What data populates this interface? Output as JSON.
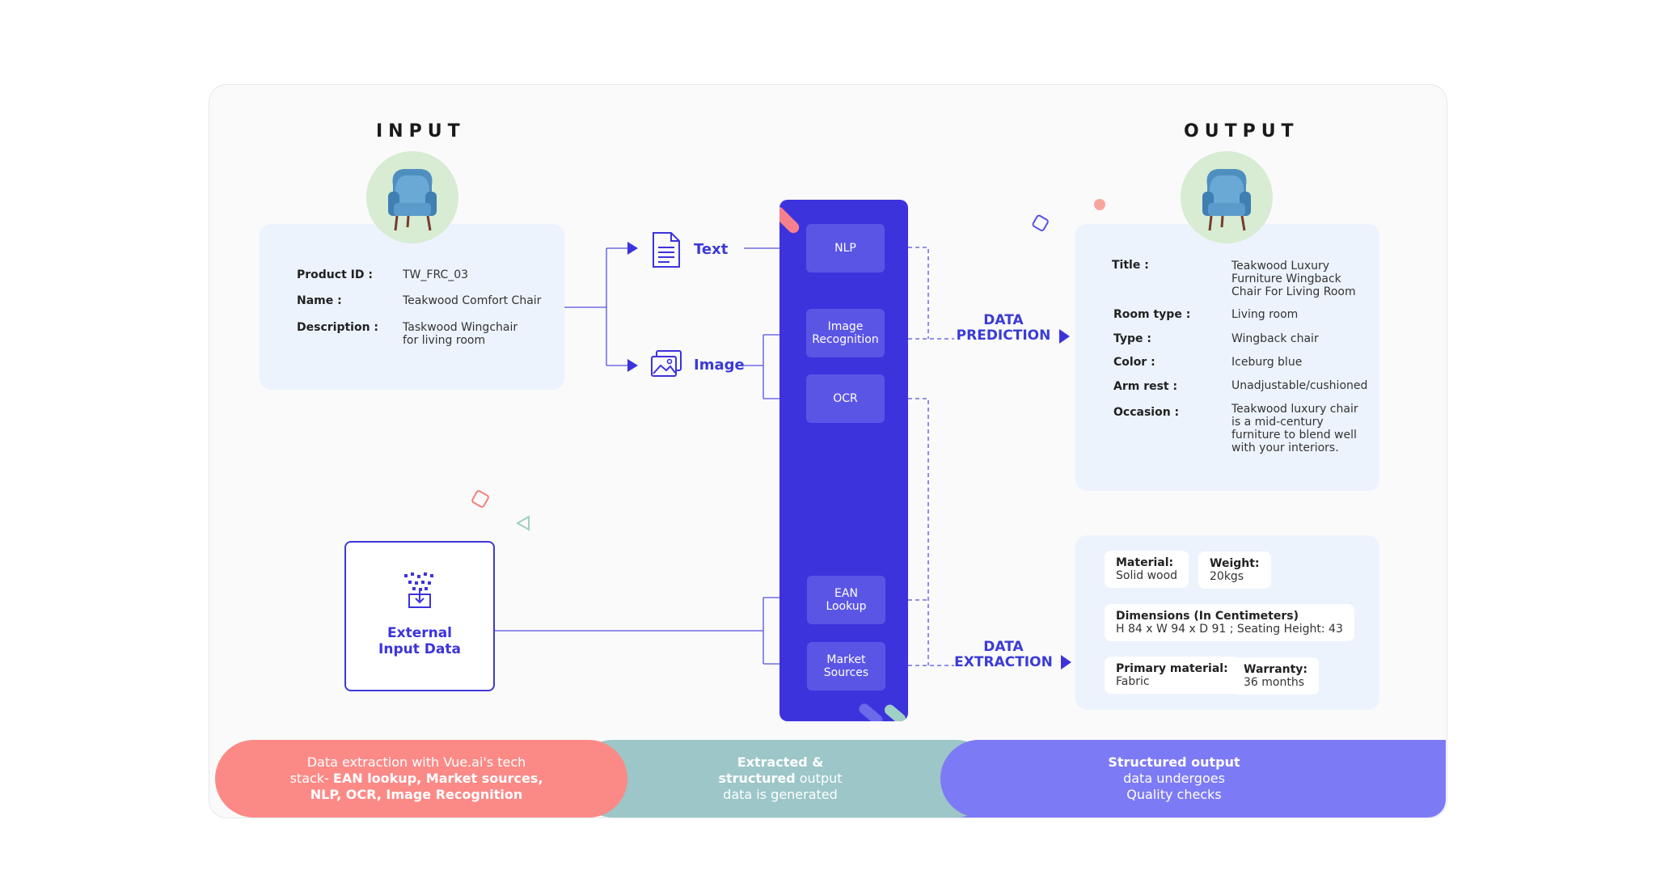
{
  "input": {
    "heading": "INPUT",
    "fields": [
      {
        "label": "Product ID :",
        "value": "TW_FRC_03"
      },
      {
        "label": "Name :",
        "value": "Teakwood Comfort Chair"
      },
      {
        "label": "Description :",
        "value": "Taskwood Wingchair\nfor living room"
      }
    ]
  },
  "branches": {
    "text_label": "Text",
    "image_label": "Image"
  },
  "processors": {
    "nlp": "NLP",
    "image_recognition": "Image\nRecognition",
    "ocr": "OCR",
    "ean_lookup": "EAN\nLookup",
    "market_sources": "Market\nSources"
  },
  "external": {
    "label": "External\nInput Data"
  },
  "stages": {
    "prediction": "DATA\nPREDICTION",
    "extraction": "DATA\nEXTRACTION"
  },
  "output": {
    "heading": "OUTPUT",
    "fields": [
      {
        "label": "Title :",
        "value": "Teakwood Luxury\nFurniture Wingback\nChair For Living Room"
      },
      {
        "label": "Room type :",
        "value": "Living room"
      },
      {
        "label": "Type :",
        "value": "Wingback chair"
      },
      {
        "label": "Color :",
        "value": "Iceburg blue"
      },
      {
        "label": "Arm rest :",
        "value": "Unadjustable/cushioned"
      },
      {
        "label": "Occasion :",
        "value": "Teakwood luxury chair\nis a mid-century\nfurniture to blend well\nwith your interiors."
      }
    ]
  },
  "extraction": {
    "material": {
      "label": "Material:",
      "value": "Solid wood"
    },
    "weight": {
      "label": "Weight:",
      "value": "20kgs"
    },
    "dimensions": {
      "label": "Dimensions (In Centimeters)",
      "value": "H 84 x W 94 x D 91 ; Seating Height: 43"
    },
    "primary_material": {
      "label": "Primary material:",
      "value": "Fabric"
    },
    "warranty": {
      "label": "Warranty:",
      "value": "36 months"
    }
  },
  "footer": {
    "step1": {
      "pre": "Data extraction with Vue.ai's tech\nstack- ",
      "bold": "EAN lookup, Market sources,\nNLP, OCR, Image Recognition"
    },
    "step2": {
      "bold": "Extracted &\nstructured",
      "post": " output\ndata is generated"
    },
    "step3": {
      "bold": "Structured output",
      "post": "\ndata undergoes\nQuality checks"
    }
  },
  "colors": {
    "accent": "#3d33dc",
    "step1": "#fb8a87",
    "step2": "#9cc6c7",
    "step3": "#7d7af5",
    "panel": "#edf3fd"
  },
  "icons": [
    "document-icon",
    "image-icon",
    "data-funnel-icon",
    "chair-image"
  ]
}
